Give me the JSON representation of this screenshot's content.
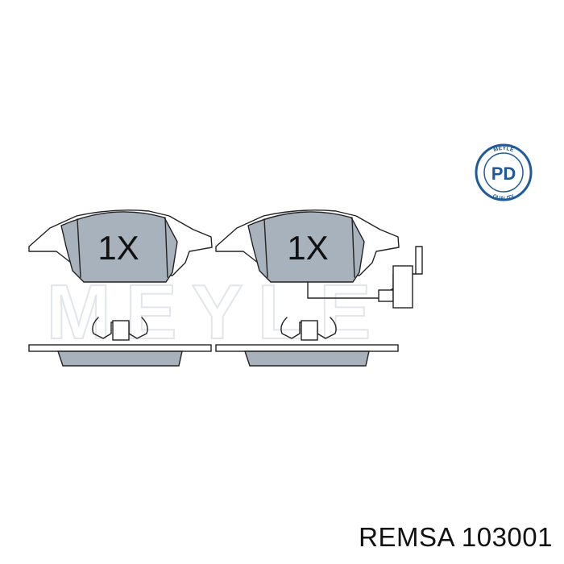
{
  "pads": [
    {
      "quantity_label": "1X"
    },
    {
      "quantity_label": "1X"
    }
  ],
  "watermark": "MEYLE",
  "badge": {
    "top_text": "MEYLE",
    "center_text": "PD",
    "bottom_text": "QUALITY",
    "color": "#1f5a9c"
  },
  "footer": {
    "brand": "REMSA",
    "part_number": "103001"
  }
}
